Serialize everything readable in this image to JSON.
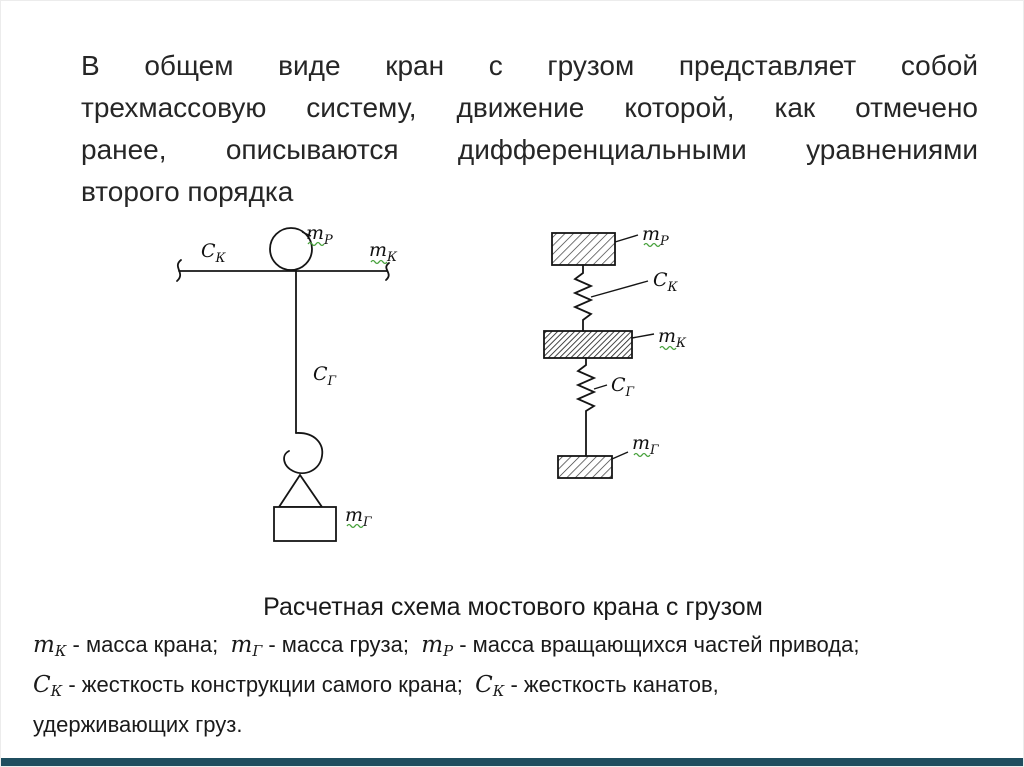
{
  "intro": {
    "lines": [
      "В общем виде кран с грузом представляет собой",
      "трехмассовую систему, движение которой, как отмечено",
      "ранее, описываются дифференциальными уравнениями",
      "второго порядка"
    ]
  },
  "caption": "Расчетная схема мостового крана с грузом",
  "figures": {
    "left": {
      "ck": {
        "main": "С",
        "sub": "К"
      },
      "mp": {
        "main": "m",
        "sub": "Р"
      },
      "mk": {
        "main": "m",
        "sub": "К"
      },
      "cg": {
        "main": "С",
        "sub": "Г"
      },
      "mg": {
        "main": "m",
        "sub": "Г"
      }
    },
    "right": {
      "mp": {
        "main": "m",
        "sub": "Р"
      },
      "ck": {
        "main": "С",
        "sub": "К"
      },
      "mk": {
        "main": "m",
        "sub": "К"
      },
      "cg": {
        "main": "С",
        "sub": "Г"
      },
      "mg": {
        "main": "m",
        "sub": "Г"
      }
    }
  },
  "legend": {
    "line1": [
      {
        "t": "m",
        "s": "var"
      },
      {
        "t": "К",
        "s": "sub"
      },
      {
        "t": " - масса крана;  ",
        "s": ""
      },
      {
        "t": "m",
        "s": "var"
      },
      {
        "t": "Г",
        "s": "sub"
      },
      {
        "t": " - масса груза;  ",
        "s": ""
      },
      {
        "t": "m",
        "s": "var"
      },
      {
        "t": "Р",
        "s": "sub"
      },
      {
        "t": " - масса вращающихся частей привода;",
        "s": ""
      }
    ],
    "line2": [
      {
        "t": "С",
        "s": "var"
      },
      {
        "t": "К",
        "s": "sub"
      },
      {
        "t": " - жесткость конструкции самого крана;  ",
        "s": ""
      },
      {
        "t": "С",
        "s": "var"
      },
      {
        "t": "К",
        "s": "sub"
      },
      {
        "t": " - жесткость канатов,",
        "s": ""
      }
    ],
    "line3": [
      {
        "t": "удерживающих груз.",
        "s": ""
      }
    ]
  },
  "colors": {
    "bottom_bar": "#1f4e5f",
    "spellcheck_squiggle": "#46a03a"
  }
}
